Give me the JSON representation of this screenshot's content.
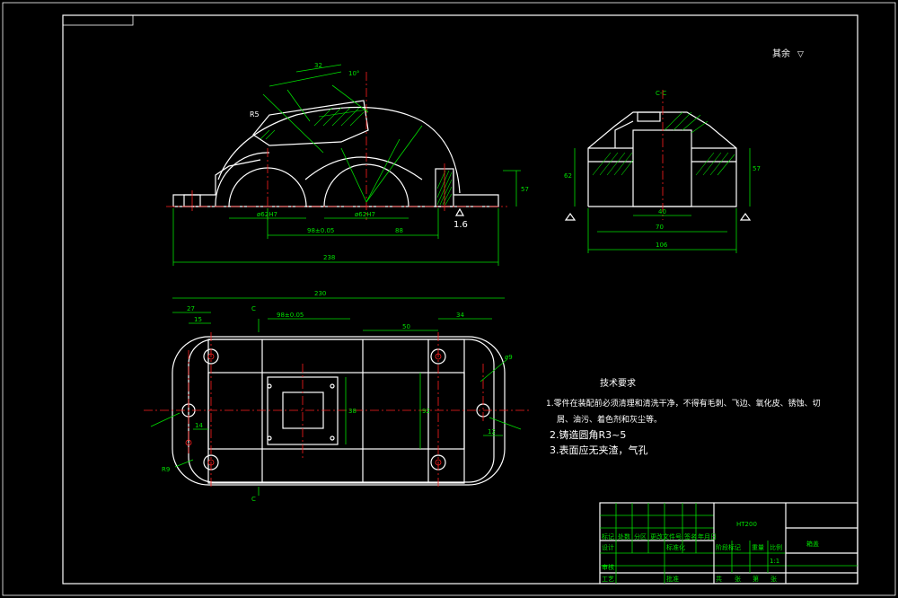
{
  "surface_finish_note": "其余",
  "section_label": "C-C",
  "section_marks": [
    "C",
    "C"
  ],
  "tech_requirements": {
    "heading": "技术要求",
    "item1_line1": "1.零件在装配前必须清理和清洗干净，不得有毛刺、飞边、氧化皮、锈蚀、切",
    "item1_line2": "屑、油污、着色剂和灰尘等。",
    "item2": "2.铸造圆角R3~5",
    "item3": "3.表面应无夹渣，气孔"
  },
  "dimensions": {
    "front_overall": "238",
    "front_height": "57",
    "front_left_bore": "ø62H7",
    "front_right_bore": "ø62H7",
    "front_center_dist": "98±0.05",
    "front_angle": "10°",
    "front_top": "32",
    "front_radius": "R5",
    "front_roughness": "1.6",
    "side_overall": "106",
    "side_width": "70",
    "side_bottom": "40",
    "side_h1": "62",
    "side_h2": "57",
    "plan_overall": "230",
    "plan_left": "27",
    "plan_left2": "15",
    "plan_right": "34",
    "plan_mid": "50",
    "plan_center": "98±0.05",
    "plan_height": "92",
    "plan_small": "38",
    "plan_radius": "R9",
    "plan_hole": "ø9",
    "plan_b1": "14",
    "plan_b2": "12"
  },
  "title_block": {
    "material": "HT200",
    "part_name": "箱盖",
    "labels": [
      "标记",
      "处数",
      "分区",
      "更改文件号",
      "签名",
      "年月日",
      "设计",
      "标准化",
      "阶段标记",
      "重量",
      "比例",
      "审核",
      "工艺",
      "批准",
      "共",
      "张",
      "第",
      "张"
    ],
    "scale": "1:1"
  }
}
